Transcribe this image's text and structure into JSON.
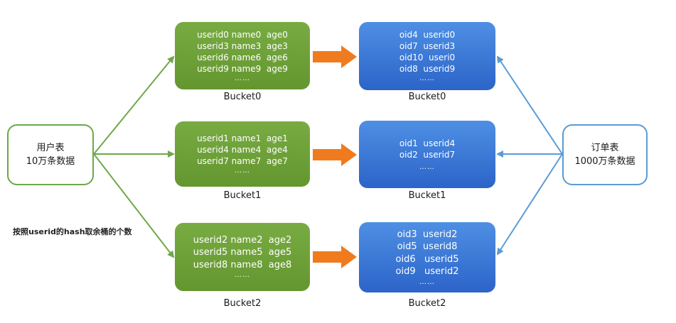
{
  "user_table": {
    "line1": "用户表",
    "line2": "10万条数据"
  },
  "order_table": {
    "line1": "订单表",
    "line2": "1000万条数据"
  },
  "note": "按照userid的hash取余桶的个数",
  "user_buckets": [
    {
      "caption": "Bucket0",
      "rows": [
        "userid0 name0  age0",
        "userid3 name3  age3",
        "userid6 name6  age6",
        "userid9 name9  age9"
      ],
      "dots": "……"
    },
    {
      "caption": "Bucket1",
      "rows": [
        "userid1 name1  age1",
        "userid4 name4  age4",
        "userid7 name7  age7"
      ],
      "dots": "……"
    },
    {
      "caption": "Bucket2",
      "rows": [
        "userid2 name2  age2",
        "userid5 name5  age5",
        "userid8 name8  age8"
      ],
      "dots": "……"
    }
  ],
  "order_buckets": [
    {
      "caption": "Bucket0",
      "rows": [
        "oid4  userid0",
        "oid7  userid3",
        "oid10  useri0",
        "oid8  userid9"
      ],
      "dots": "……"
    },
    {
      "caption": "Bucket1",
      "rows": [
        "oid1  userid4",
        "oid2  userid7"
      ],
      "dots": "……"
    },
    {
      "caption": "Bucket2",
      "rows": [
        "oid3  userid2",
        "oid5  userid8",
        "oid6   userid5",
        "oid9   userid2"
      ],
      "dots": "……"
    }
  ],
  "colors": {
    "green_line": "#6ea84a",
    "blue_line": "#5b9bd5",
    "orange_arrow": "#f07b1e",
    "green_bucket": "#6b9c37",
    "blue_bucket": "#3a74d6"
  }
}
